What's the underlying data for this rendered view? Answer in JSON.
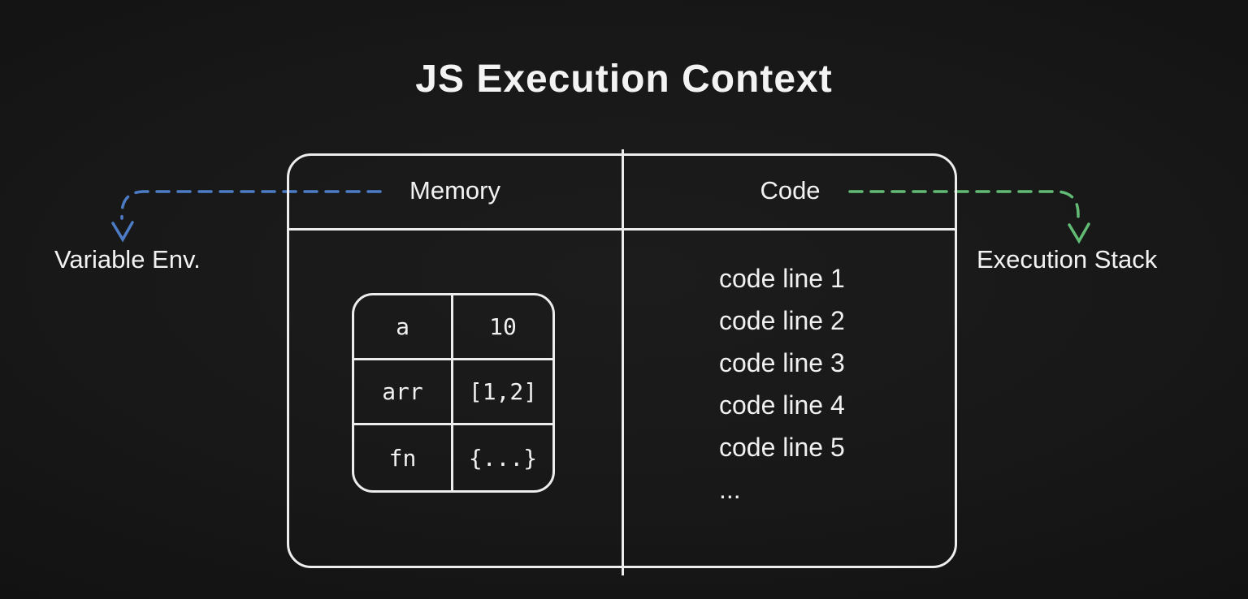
{
  "title": "JS Execution Context",
  "diagram": {
    "memory_header": "Memory",
    "code_header": "Code",
    "variable_env_label": "Variable Env.",
    "execution_stack_label": "Execution Stack",
    "memory_table": {
      "rows": [
        {
          "key": "a",
          "value": "10"
        },
        {
          "key": "arr",
          "value": "[1,2]"
        },
        {
          "key": "fn",
          "value": "{...}"
        }
      ]
    },
    "code_lines": [
      "code line 1",
      "code line 2",
      "code line 3",
      "code line 4",
      "code line 5",
      "..."
    ],
    "colors": {
      "background": "#171717",
      "stroke": "#ededed",
      "text": "#f0f0f0",
      "variable_env_arrow": "#4d7cc6",
      "execution_stack_arrow": "#62bb75"
    }
  }
}
